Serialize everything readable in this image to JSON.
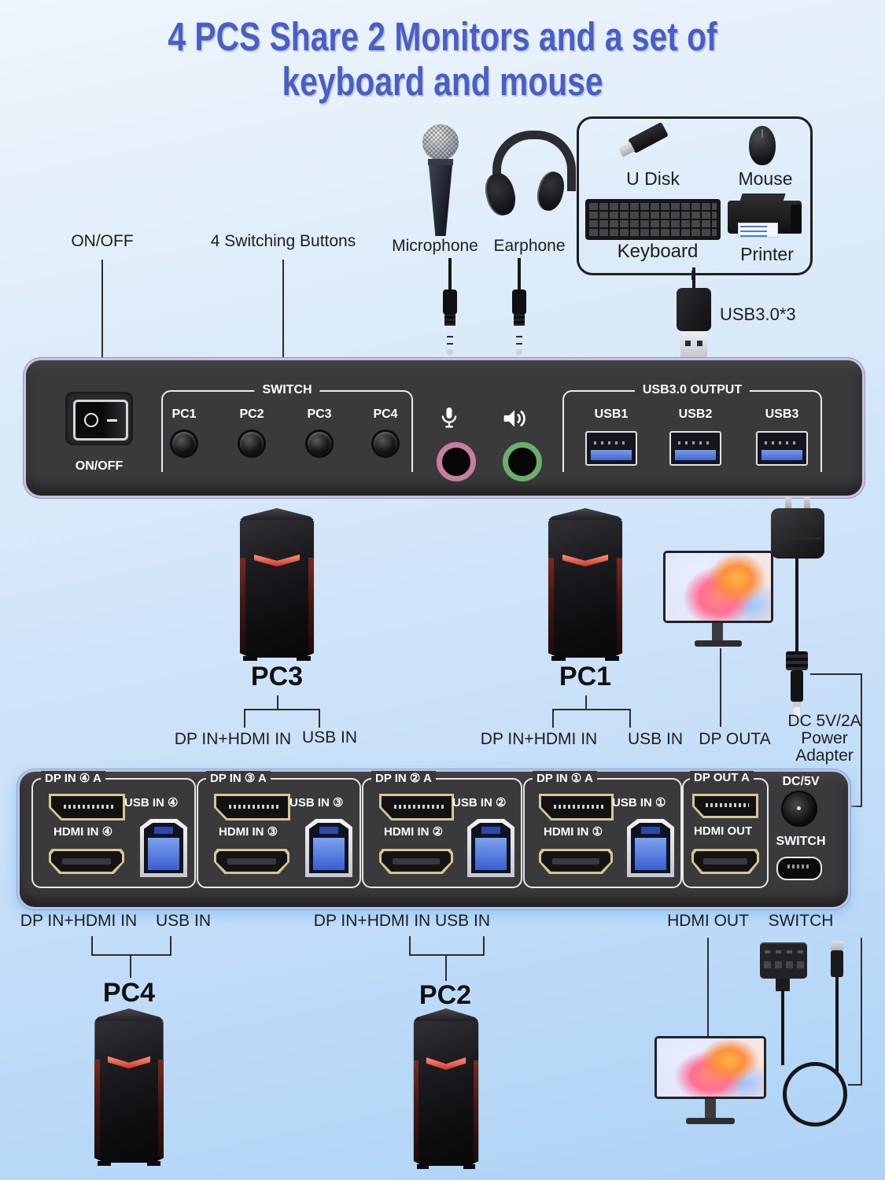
{
  "title": {
    "line1": "4 PCS Share 2 Monitors and a set of",
    "line2": "keyboard and mouse"
  },
  "top_callouts": {
    "on_off": "ON/OFF",
    "switch_buttons": "4 Switching Buttons",
    "microphone": "Microphone",
    "earphone": "Earphone",
    "usb3": "USB3.0*3"
  },
  "peripheral_box": {
    "u_disk": "U Disk",
    "mouse": "Mouse",
    "keyboard": "Keyboard",
    "printer": "Printer"
  },
  "front_panel": {
    "power_label": "ON/OFF",
    "switch_group": "SWITCH",
    "pc_buttons": [
      "PC1",
      "PC2",
      "PC3",
      "PC4"
    ],
    "usb_group": "USB3.0 OUTPUT",
    "usb_ports": [
      "USB1",
      "USB2",
      "USB3"
    ]
  },
  "middle_callouts": {
    "pc3": "PC3",
    "pc1": "PC1",
    "pc3_video": "DP IN+HDMI IN",
    "pc3_usb": "USB IN",
    "pc1_video": "DP IN+HDMI IN",
    "pc1_usb": "USB IN",
    "dp_outa": "DP OUTA",
    "adapter_line1": "DC 5V/2A",
    "adapter_line2": "Power",
    "adapter_line3": "Adapter"
  },
  "back_panel": {
    "groups": [
      {
        "dp": "DP IN ④ A",
        "usb": "USB IN ④",
        "hdmi": "HDMI IN ④"
      },
      {
        "dp": "DP IN ③ A",
        "usb": "USB IN ③",
        "hdmi": "HDMI IN ③"
      },
      {
        "dp": "DP IN ② A",
        "usb": "USB IN ②",
        "hdmi": "HDMI IN ②"
      },
      {
        "dp": "DP IN ① A",
        "usb": "USB IN ①",
        "hdmi": "HDMI IN ①"
      }
    ],
    "out_dp": "DP OUT A",
    "out_hdmi": "HDMI OUT",
    "dc": "DC/5V",
    "switch": "SWITCH"
  },
  "bottom_callouts": {
    "pc4_video": "DP IN+HDMI IN",
    "pc4_usb": "USB IN",
    "pc2_video": "DP IN+HDMI IN",
    "pc2_usb": "USB IN",
    "pc4": "PC4",
    "pc2": "PC2",
    "hdmi_out": "HDMI OUT",
    "switch": "SWITCH"
  },
  "icons": {
    "mic_glyph": "microphone-icon",
    "speaker_glyph": "speaker-icon",
    "power_rocker": "rocker-switch-symbols"
  },
  "colors": {
    "title_blue": "#4a5ec7",
    "panel_dark": "#3a3a3c",
    "panel_border": "#c6c2e2",
    "mic_jack_pink": "#c77e9f",
    "earphone_jack_green": "#6cae6c",
    "usb_blue": "#4466cc",
    "connector_gold": "#d5c795",
    "accent_red": "#cc3526",
    "background_top": "#eef5fc",
    "background_bottom": "#aed3f7"
  }
}
